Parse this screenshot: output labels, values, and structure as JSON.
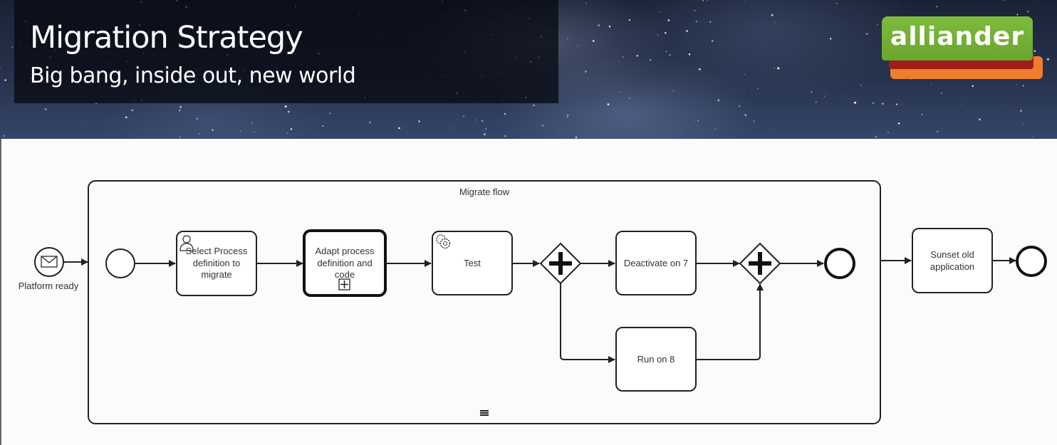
{
  "slide": {
    "title": "Migration Strategy",
    "subtitle": "Big bang, inside out, new world",
    "logo_text": "alliander",
    "colors": {
      "logo_green": "#7dbb3c",
      "logo_red": "#a01c18",
      "logo_orange": "#ef7d2b",
      "stroke": "#222222"
    }
  },
  "diagram": {
    "start_event": {
      "label": "Platform ready",
      "icon": "envelope-icon"
    },
    "subprocess": {
      "label": "Migrate flow",
      "marker_icon": "collapse-marker-icon",
      "inner_start": {
        "label": ""
      },
      "tasks": [
        {
          "id": "select",
          "label_lines": [
            "Select Process",
            "definition to",
            "migrate"
          ],
          "icon": "user-icon"
        },
        {
          "id": "adapt",
          "label_lines": [
            "Adapt process",
            "definition and",
            "code"
          ],
          "icon": "subprocess-plus-icon"
        },
        {
          "id": "test",
          "label_lines": [
            "Test"
          ],
          "icon": "gear-icon"
        },
        {
          "id": "deactivate",
          "label_lines": [
            "Deactivate on 7"
          ],
          "icon": ""
        },
        {
          "id": "run",
          "label_lines": [
            "Run on 8"
          ],
          "icon": ""
        }
      ],
      "gateways": [
        {
          "id": "split",
          "type": "parallel"
        },
        {
          "id": "join",
          "type": "parallel"
        }
      ],
      "inner_end": {
        "label": ""
      }
    },
    "after_tasks": [
      {
        "id": "sunset",
        "label_lines": [
          "Sunset old",
          "application"
        ]
      }
    ],
    "end_event": {
      "label": ""
    }
  }
}
